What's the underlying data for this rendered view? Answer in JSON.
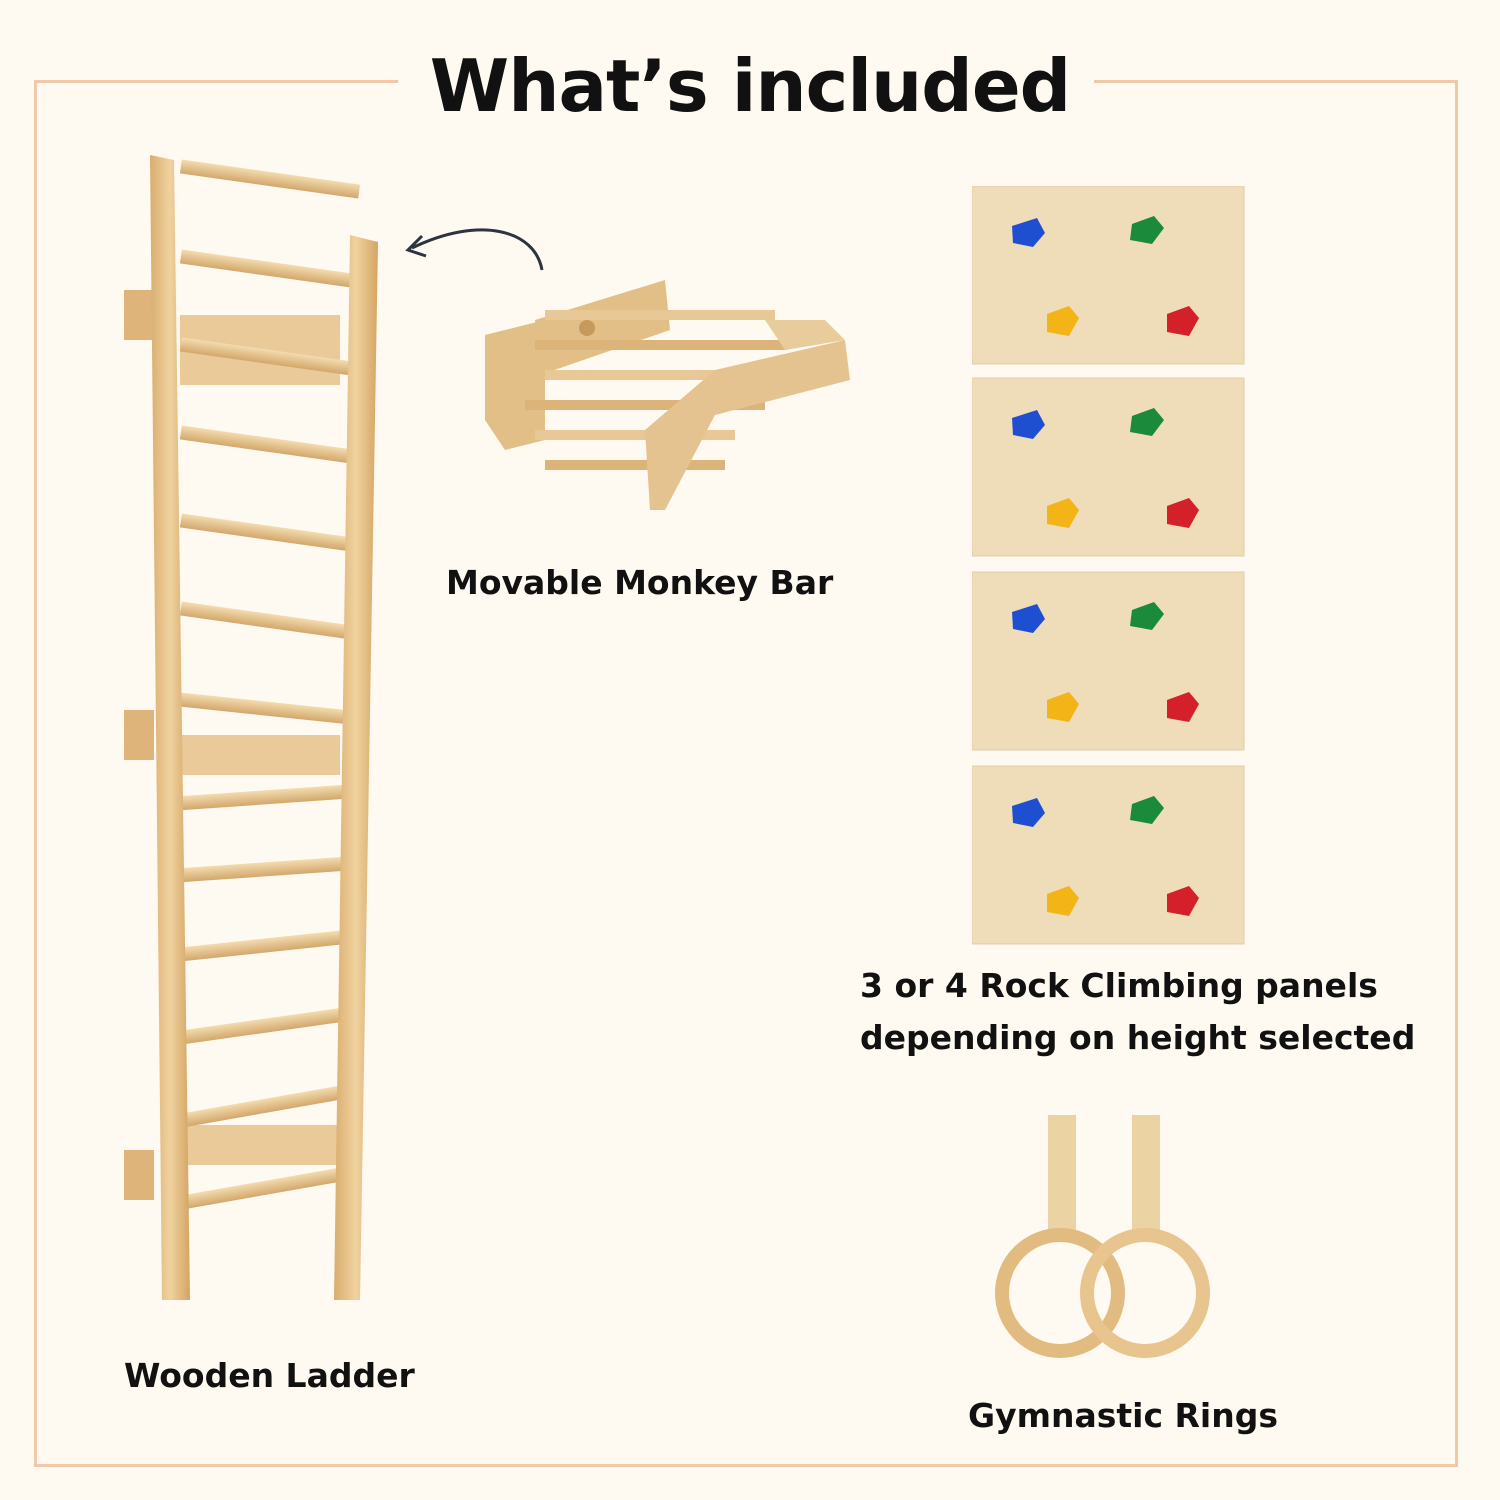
{
  "title": "What’s included",
  "items": {
    "ladder": {
      "label": "Wooden Ladder",
      "icon": "wooden-ladder-icon"
    },
    "monkey_bar": {
      "label": "Movable Monkey Bar",
      "icon": "monkey-bar-icon"
    },
    "panels": {
      "label_line1": "3 or 4 Rock Climbing panels",
      "label_line2": "depending on height selected",
      "icon": "climbing-panel-icon"
    },
    "rings": {
      "label": "Gymnastic Rings",
      "icon": "gymnastic-rings-icon"
    }
  },
  "colors": {
    "background": "#fefaf1",
    "frame": "#efc9a8",
    "wood": "#e8c48e",
    "panel": "#efdcb9",
    "hold_blue": "#1f4fd1",
    "hold_green": "#1b8a3a",
    "hold_yellow": "#f3b418",
    "hold_red": "#d4202a"
  }
}
